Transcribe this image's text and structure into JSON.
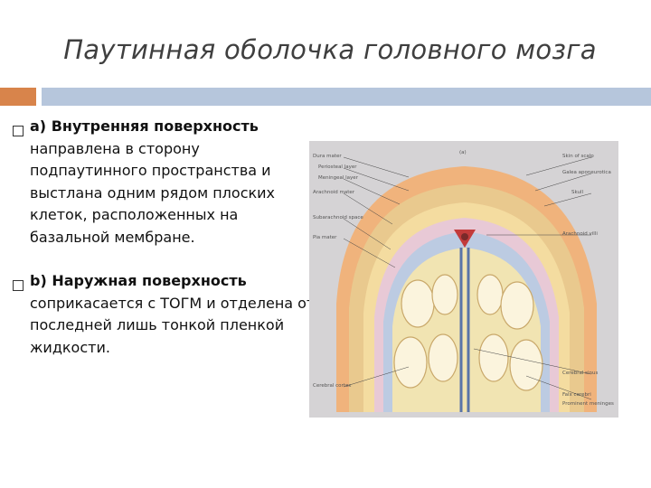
{
  "slide": {
    "title": "Паутинная оболочка головного мозга"
  },
  "bullets": [
    {
      "marker": "a)",
      "heading": "Внутренняя поверхность",
      "lines": [
        "направлена в сторону",
        "подпаутинного пространства и",
        "выстлана одним рядом плоских",
        "клеток, расположенных на",
        "базальной мембране."
      ]
    },
    {
      "marker": "b)",
      "heading": "Наружная поверхность",
      "lines": [
        "соприкасается с ТОГМ и отделена от",
        "последней лишь тонкой пленкой",
        "жидкости."
      ]
    }
  ],
  "figure": {
    "panel_label": "(a)",
    "labels_left": [
      "Dura mater",
      "Periosteal layer",
      "Meningeal layer",
      "Arachnoid mater",
      "Subarachnoid space",
      "Pia mater",
      "Cerebral cortex"
    ],
    "labels_right": [
      "Skin of scalp",
      "Galea aponeurotica",
      "Skull",
      "Arachnoid villi",
      "Cerebral sinus",
      "Falx cerebri",
      "Prominent meninges"
    ]
  }
}
